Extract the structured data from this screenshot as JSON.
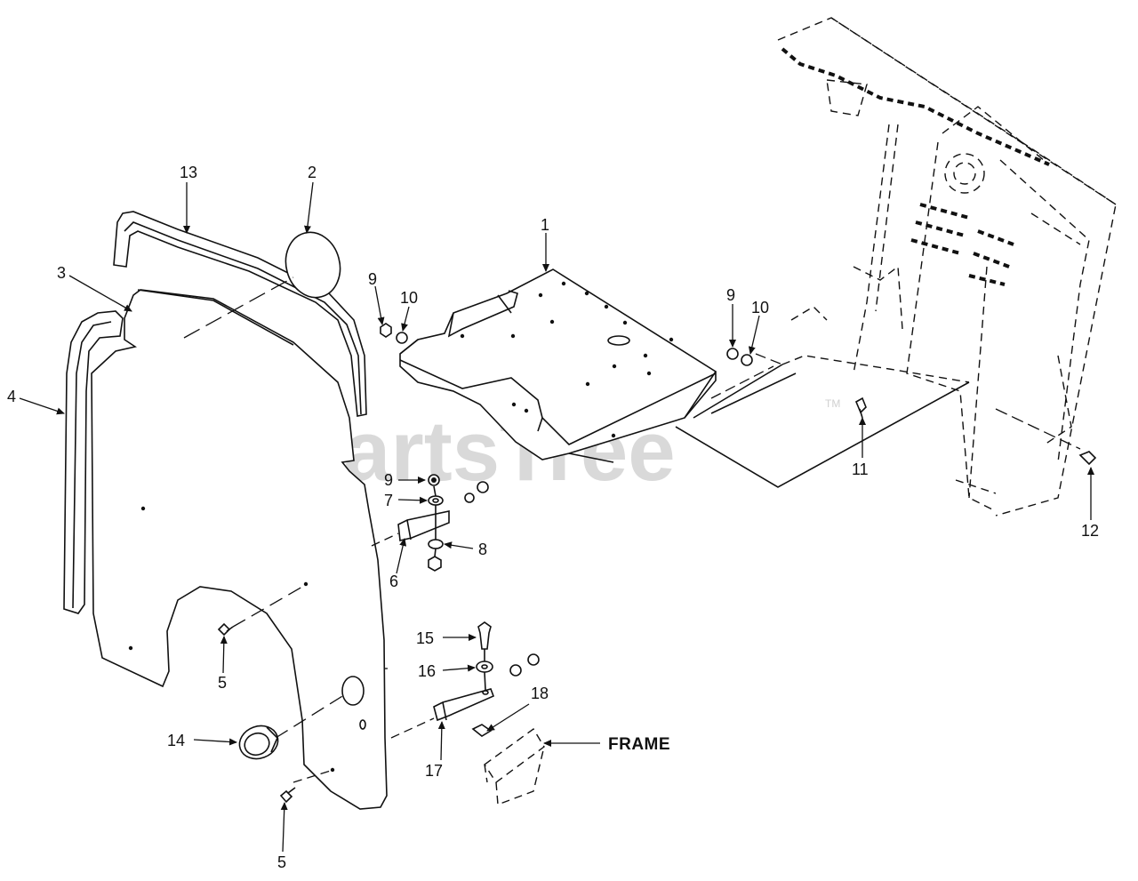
{
  "watermark": {
    "text": "PartsTree",
    "tm": "TM"
  },
  "callouts": {
    "c1": "1",
    "c2": "2",
    "c3": "3",
    "c4": "4",
    "c5a": "5",
    "c5b": "5",
    "c6": "6",
    "c7": "7",
    "c8": "8",
    "c9a": "9",
    "c9b": "9",
    "c9c": "9",
    "c10a": "10",
    "c10b": "10",
    "c11": "11",
    "c12": "12",
    "c13": "13",
    "c14": "14",
    "c15": "15",
    "c16": "16",
    "c17": "17",
    "c18": "18"
  },
  "frame_label": "FRAME"
}
